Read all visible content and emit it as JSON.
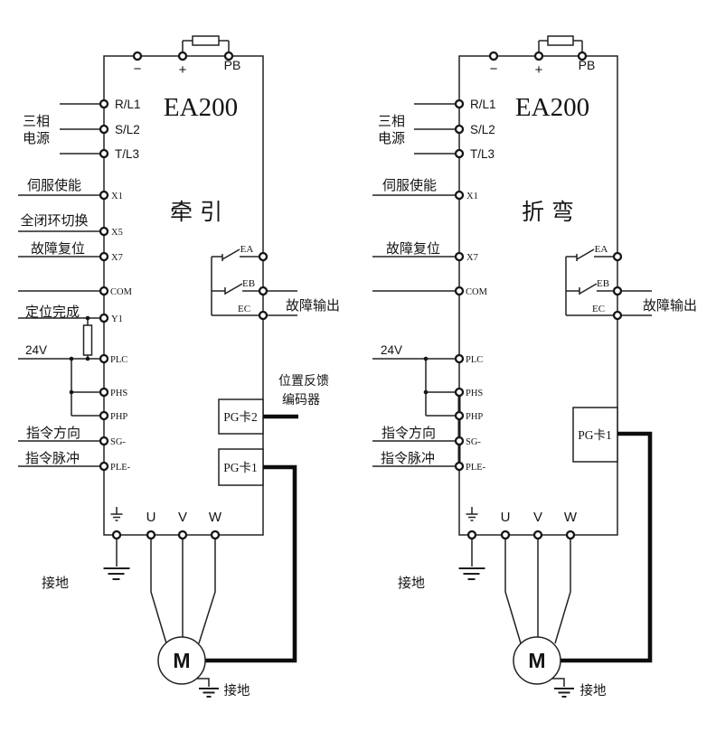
{
  "colors": {
    "line": "#1d1d1d",
    "background": "#ffffff",
    "text": "#141414",
    "thick_wire": "#0d0d0d"
  },
  "left": {
    "title": "EA200",
    "mode": "牵引",
    "top_terminals": [
      "−",
      "+",
      "PB"
    ],
    "line_labels": [
      "三相",
      "电源",
      "伺服使能",
      "全闭环切换",
      "故障复位",
      "定位完成",
      "24V",
      "指令方向",
      "指令脉冲"
    ],
    "terminals": [
      "R/L1",
      "S/L2",
      "T/L3",
      "X1",
      "X5",
      "X7",
      "COM",
      "Y1",
      "PLC",
      "PHS",
      "PHP",
      "SG-",
      "PLE-"
    ],
    "relay_contacts": [
      "EA",
      "EB",
      "EC"
    ],
    "fault_output_label": "故障输出",
    "pg_card_2": "PG卡2",
    "pg_card_1": "PG卡1",
    "encoder_label": [
      "位置反馈",
      "编码器"
    ],
    "output_terminals": [
      "U",
      "V",
      "W"
    ],
    "ground_label": "接地",
    "motor_label": "M",
    "motor_ground_label": "接地"
  },
  "right": {
    "title": "EA200",
    "mode": "折弯",
    "top_terminals": [
      "−",
      "+",
      "PB"
    ],
    "line_labels": [
      "三相",
      "电源",
      "伺服使能",
      "故障复位",
      "24V",
      "指令方向",
      "指令脉冲"
    ],
    "terminals": [
      "R/L1",
      "S/L2",
      "T/L3",
      "X1",
      "X7",
      "COM",
      "PLC",
      "PHS",
      "PHP",
      "SG-",
      "PLE-"
    ],
    "relay_contacts": [
      "EA",
      "EB",
      "EC"
    ],
    "fault_output_label": "故障输出",
    "pg_card_1": "PG卡1",
    "output_terminals": [
      "U",
      "V",
      "W"
    ],
    "ground_label": "接地",
    "motor_label": "M",
    "motor_ground_label": "接地"
  }
}
